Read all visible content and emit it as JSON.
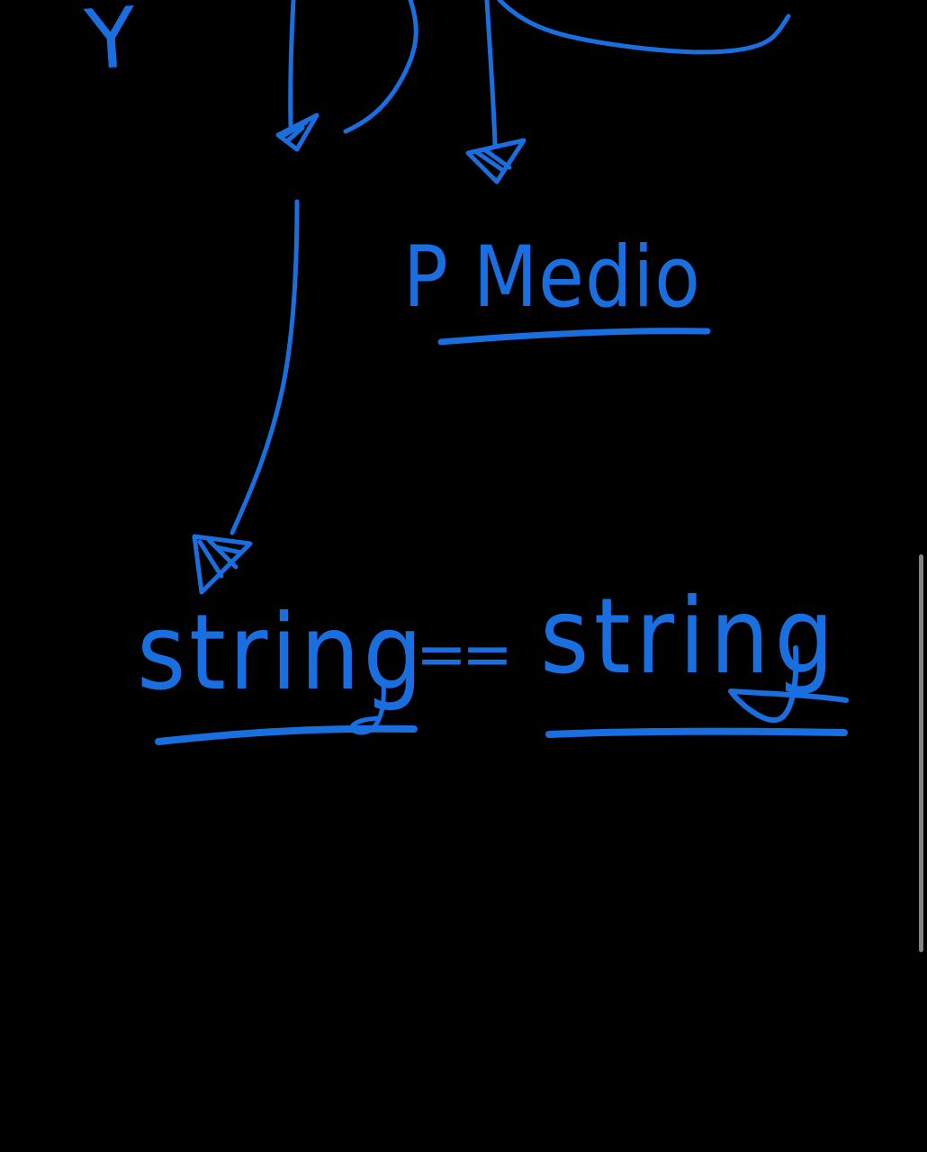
{
  "canvas": {
    "background": "#000000",
    "ink_color": "#1a6fe0"
  },
  "handwriting": {
    "top_left_letter": "Y",
    "p_medio": "P Medio",
    "string_left": "string",
    "equals": "==",
    "string_right": "string"
  },
  "scrollbar": {
    "color": "#9a9a9a"
  }
}
